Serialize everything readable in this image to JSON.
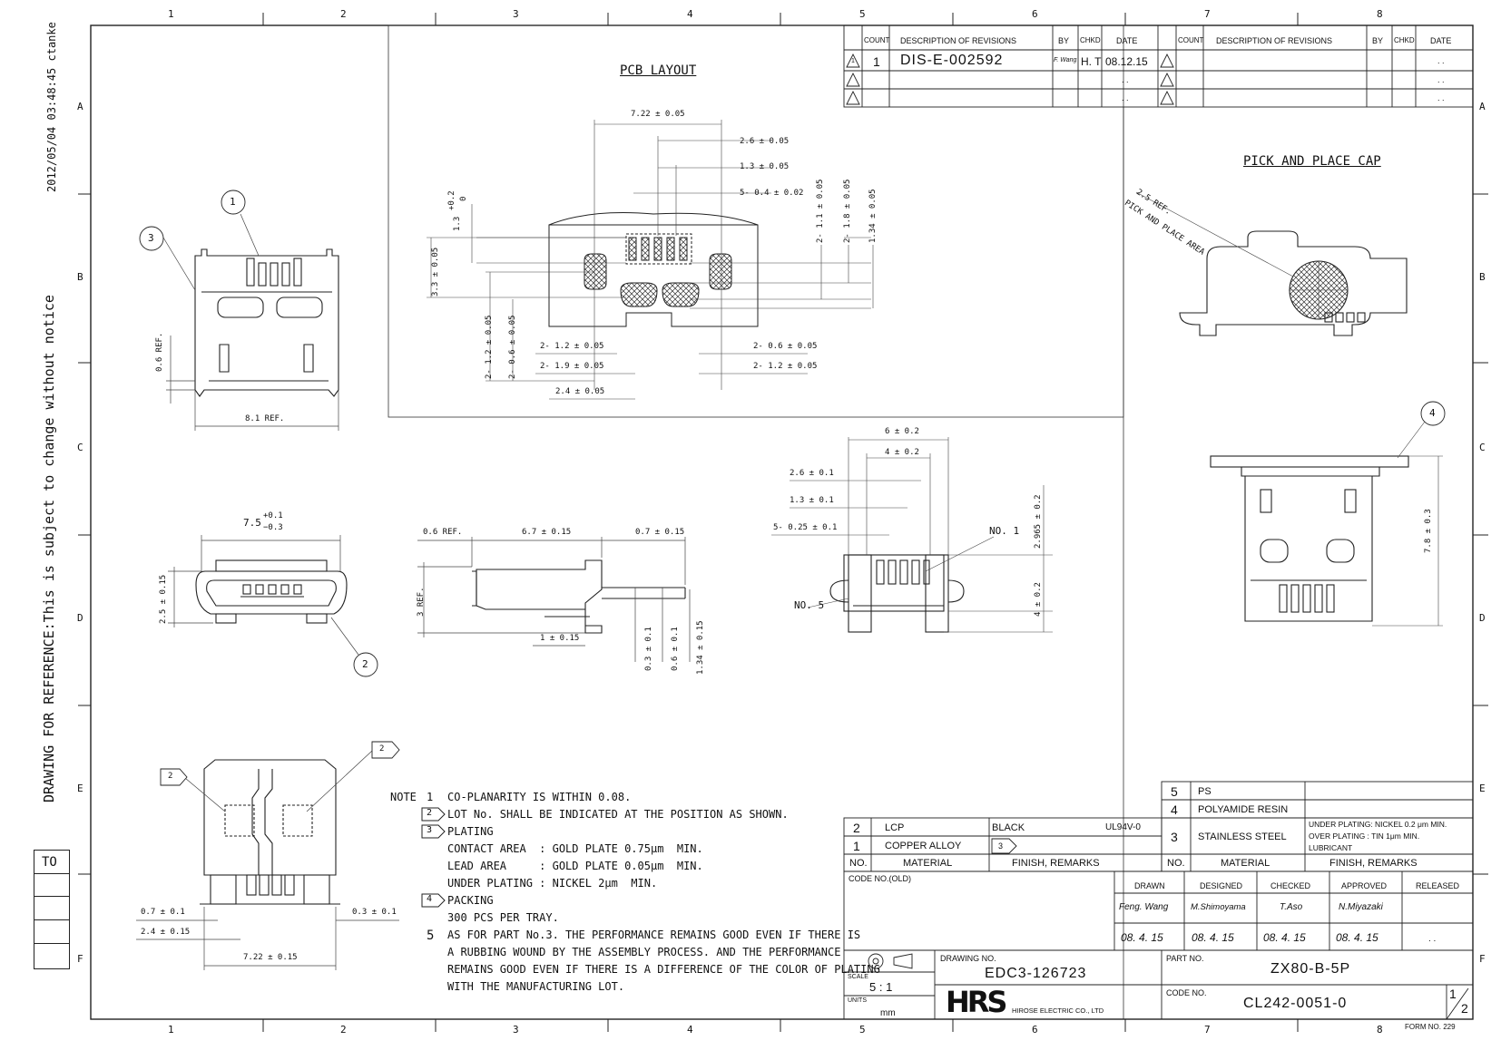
{
  "side_notes": {
    "timestamp": "2012/05/04 03:48:45 ctanke",
    "reference": "DRAWING FOR REFERENCE:This is subject to change without notice"
  },
  "grid": {
    "columns": [
      "1",
      "2",
      "3",
      "4",
      "5",
      "6",
      "7",
      "8"
    ],
    "rows": [
      "A",
      "B",
      "C",
      "D",
      "E",
      "F"
    ]
  },
  "revisions": {
    "headers": [
      "COUNT",
      "DESCRIPTION OF REVISIONS",
      "BY",
      "CHKD",
      "DATE"
    ],
    "left": [
      {
        "mark": "1",
        "count": "1",
        "desc": "DIS-E-002592",
        "by": "F. Wang",
        "chkd": "H. T",
        "date": "08.12.15"
      },
      {
        "mark": "",
        "count": "",
        "desc": "",
        "by": "",
        "chkd": "",
        "date": ". ."
      },
      {
        "mark": "",
        "count": "",
        "desc": "",
        "by": "",
        "chkd": "",
        "date": ". ."
      }
    ],
    "right": [
      {
        "date": ". ."
      },
      {
        "date": ". ."
      },
      {
        "date": ". ."
      }
    ]
  },
  "views": {
    "pcb_layout": "PCB LAYOUT",
    "pick_place": "PICK AND PLACE CAP",
    "pick_ref": "2.5 REF.",
    "pick_area": "PICK AND PLACE AREA"
  },
  "callouts": [
    "1",
    "2",
    "3",
    "4"
  ],
  "dims": {
    "front_top": [
      "0.6 REF.",
      "8.1 REF."
    ],
    "receptacle": [
      "7.5",
      "+0.1",
      "−0.3",
      "2.5 ± 0.15"
    ],
    "bottom": [
      "0.7 ± 0.1",
      "2.4 ± 0.15",
      "7.22 ± 0.15",
      "0.3 ± 0.1"
    ],
    "pcb": [
      "7.22 ± 0.05",
      "2.6 ± 0.05",
      "1.3 ± 0.05",
      "5- 0.4 ± 0.02",
      "1.3",
      "+0.2",
      "0",
      "3.3 ± 0.05",
      "2- 1.1 ± 0.05",
      "2- 1.8 ± 0.05",
      "1.34 ± 0.05",
      "2- 1.2 ± 0.05",
      "2- 0.6 ± 0.05",
      "2- 1.2 ± 0.05",
      "2- 1.9 ± 0.05",
      "2- 0.6 ± 0.05",
      "2- 1.2 ± 0.05",
      "2.4 ± 0.05"
    ],
    "side": [
      "0.6 REF.",
      "6.7 ± 0.15",
      "0.7 ± 0.15",
      "3 REF.",
      "1 ± 0.15",
      "0.3 ± 0.1",
      "0.6 ± 0.1",
      "1.34 ± 0.15"
    ],
    "top": [
      "6 ± 0.2",
      "4 ± 0.2",
      "2.6 ± 0.1",
      "1.3 ± 0.1",
      "5- 0.25 ± 0.1",
      "2.965 ± 0.2",
      "4 ± 0.2",
      "NO. 1",
      "NO. 5"
    ],
    "cap": [
      "7.8 ± 0.3"
    ]
  },
  "notes": {
    "label": "NOTE",
    "items": [
      {
        "num": "1",
        "lines": [
          "CO-PLANARITY IS WITHIN 0.08."
        ]
      },
      {
        "num": "2",
        "lines": [
          "LOT No. SHALL BE INDICATED AT THE POSITION AS SHOWN."
        ]
      },
      {
        "num": "3",
        "lines": [
          "PLATING",
          "CONTACT AREA  : GOLD PLATE 0.75μm  MIN.",
          "LEAD AREA     : GOLD PLATE 0.05μm  MIN.",
          "UNDER PLATING : NICKEL 2μm  MIN."
        ]
      },
      {
        "num": "4",
        "lines": [
          "PACKING",
          "300 PCS PER TRAY."
        ]
      },
      {
        "num": "5",
        "lines": [
          "AS FOR PART No.3. THE PERFORMANCE REMAINS GOOD EVEN IF THERE IS",
          "A RUBBING WOUND BY THE ASSEMBLY PROCESS. AND THE PERFORMANCE",
          "REMAINS GOOD EVEN IF THERE IS A DIFFERENCE OF THE COLOR OF PLATING",
          "WITH THE MANUFACTURING LOT."
        ]
      }
    ]
  },
  "materials_left": {
    "rows": [
      {
        "no": "2",
        "material": "LCP",
        "finish": "BLACK",
        "extra": "UL94V-0"
      },
      {
        "no": "1",
        "material": "COPPER ALLOY",
        "finish": "3",
        "extra": ""
      }
    ],
    "header": {
      "no": "NO.",
      "material": "MATERIAL",
      "finish": "FINISH, REMARKS"
    }
  },
  "materials_right": {
    "rows": [
      {
        "no": "5",
        "material": "PS",
        "finish": ""
      },
      {
        "no": "4",
        "material": "POLYAMIDE RESIN",
        "finish": ""
      },
      {
        "no": "3",
        "material": "STAINLESS STEEL",
        "finish_lines": [
          "UNDER PLATING: NICKEL 0.2 μm MIN.",
          "OVER PLATING : TIN 1μm MIN.",
          "LUBRICANT"
        ]
      }
    ],
    "header": {
      "no": "NO.",
      "material": "MATERIAL",
      "finish": "FINISH, REMARKS"
    }
  },
  "title_block": {
    "code_old_label": "CODE NO.(OLD)",
    "headers": [
      "DRAWN",
      "DESIGNED",
      "CHECKED",
      "APPROVED",
      "RELEASED"
    ],
    "names": [
      "Feng. Wang",
      "M.Shimoyama",
      "T.Aso",
      "N.Miyazaki",
      ""
    ],
    "dates": [
      "08. 4. 15",
      "08. 4. 15",
      "08. 4. 15",
      "08. 4. 15",
      ". ."
    ],
    "scale_label": "SCALE",
    "scale": "5 : 1",
    "units_label": "UNITS",
    "units": "mm",
    "drawing_no_label": "DRAWING NO.",
    "drawing_no": "EDC3-126723",
    "part_no_label": "PART NO.",
    "part_no": "ZX80-B-5P",
    "code_no_label": "CODE NO.",
    "code_no": "CL242-0051-0",
    "company_logo": "HRS",
    "company": "HIROSE ELECTRIC CO., LTD",
    "sheet": "1",
    "sheets": "2",
    "form_no": "FORM NO. 229"
  },
  "to_box": {
    "label": "TO"
  }
}
